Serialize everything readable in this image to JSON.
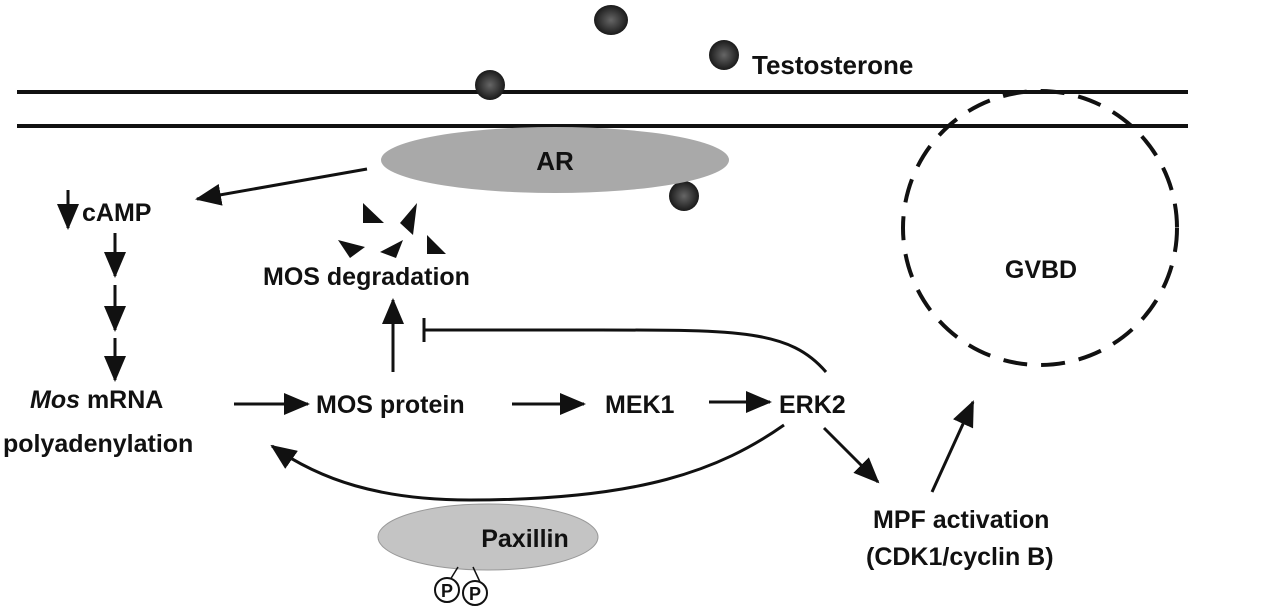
{
  "diagram": {
    "ligand_label": "Testosterone",
    "receptor_label": "AR",
    "camp_label": "cAMP",
    "mos_degradation_label": "MOS degradation",
    "mos_mrna_italic": "Mos",
    "mos_mrna_rest": " mRNA",
    "polyadenylation_label": "polyadenylation",
    "mos_protein_label": "MOS protein",
    "mek1_label": "MEK1",
    "erk2_label": "ERK2",
    "gvbd_label": "GVBD",
    "mpf_label_line1": "MPF activation",
    "mpf_label_line2": "(CDK1/cyclin B)",
    "paxillin_label": "Paxillin",
    "phospho_label": "P",
    "colors": {
      "line": "#111111",
      "ellipse_fill": "#a9a9a9",
      "paxillin_fill": "#c4c4c4",
      "sphere": "#333333"
    }
  }
}
